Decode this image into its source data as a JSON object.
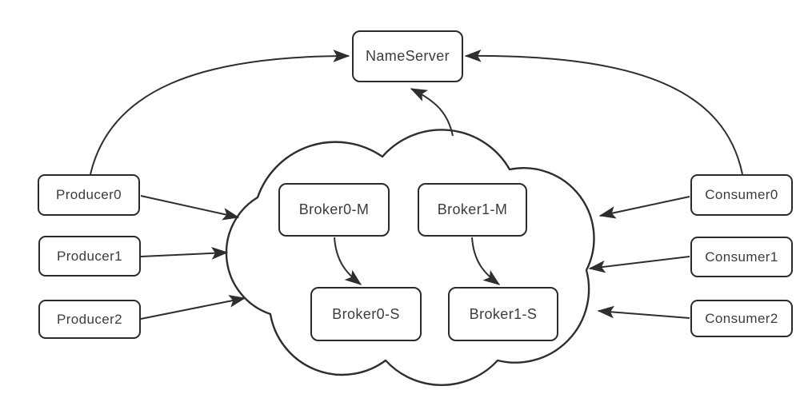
{
  "diagram": {
    "nodes": {
      "nameserver": {
        "label": "NameServer"
      },
      "producer0": {
        "label": "Producer0"
      },
      "producer1": {
        "label": "Producer1"
      },
      "producer2": {
        "label": "Producer2"
      },
      "consumer0": {
        "label": "Consumer0"
      },
      "consumer1": {
        "label": "Consumer1"
      },
      "consumer2": {
        "label": "Consumer2"
      },
      "broker0m": {
        "label": "Broker0-M"
      },
      "broker1m": {
        "label": "Broker1-M"
      },
      "broker0s": {
        "label": "Broker0-S"
      },
      "broker1s": {
        "label": "Broker1-S"
      }
    },
    "cluster": {
      "shape": "cloud",
      "contains": [
        "Broker0-M",
        "Broker1-M",
        "Broker0-S",
        "Broker1-S"
      ]
    },
    "edges": [
      {
        "from": "Producer0",
        "to": "NameServer",
        "style": "curved-arrow"
      },
      {
        "from": "Consumer0",
        "to": "NameServer",
        "style": "curved-arrow"
      },
      {
        "from": "BrokerCluster",
        "to": "NameServer",
        "style": "curved-arrow"
      },
      {
        "from": "Producer0",
        "to": "BrokerCluster",
        "style": "straight-arrow"
      },
      {
        "from": "Producer1",
        "to": "BrokerCluster",
        "style": "straight-arrow"
      },
      {
        "from": "Producer2",
        "to": "BrokerCluster",
        "style": "straight-arrow"
      },
      {
        "from": "Consumer0",
        "to": "BrokerCluster",
        "style": "straight-arrow"
      },
      {
        "from": "Consumer1",
        "to": "BrokerCluster",
        "style": "straight-arrow"
      },
      {
        "from": "Consumer2",
        "to": "BrokerCluster",
        "style": "straight-arrow"
      },
      {
        "from": "Broker0-M",
        "to": "Broker0-S",
        "style": "curved-arrow"
      },
      {
        "from": "Broker1-M",
        "to": "Broker1-S",
        "style": "curved-arrow"
      }
    ],
    "colors": {
      "line": "#2e2e2e",
      "border": "#2b2b2b",
      "text": "#3c3c3c",
      "background": "#ffffff"
    }
  }
}
